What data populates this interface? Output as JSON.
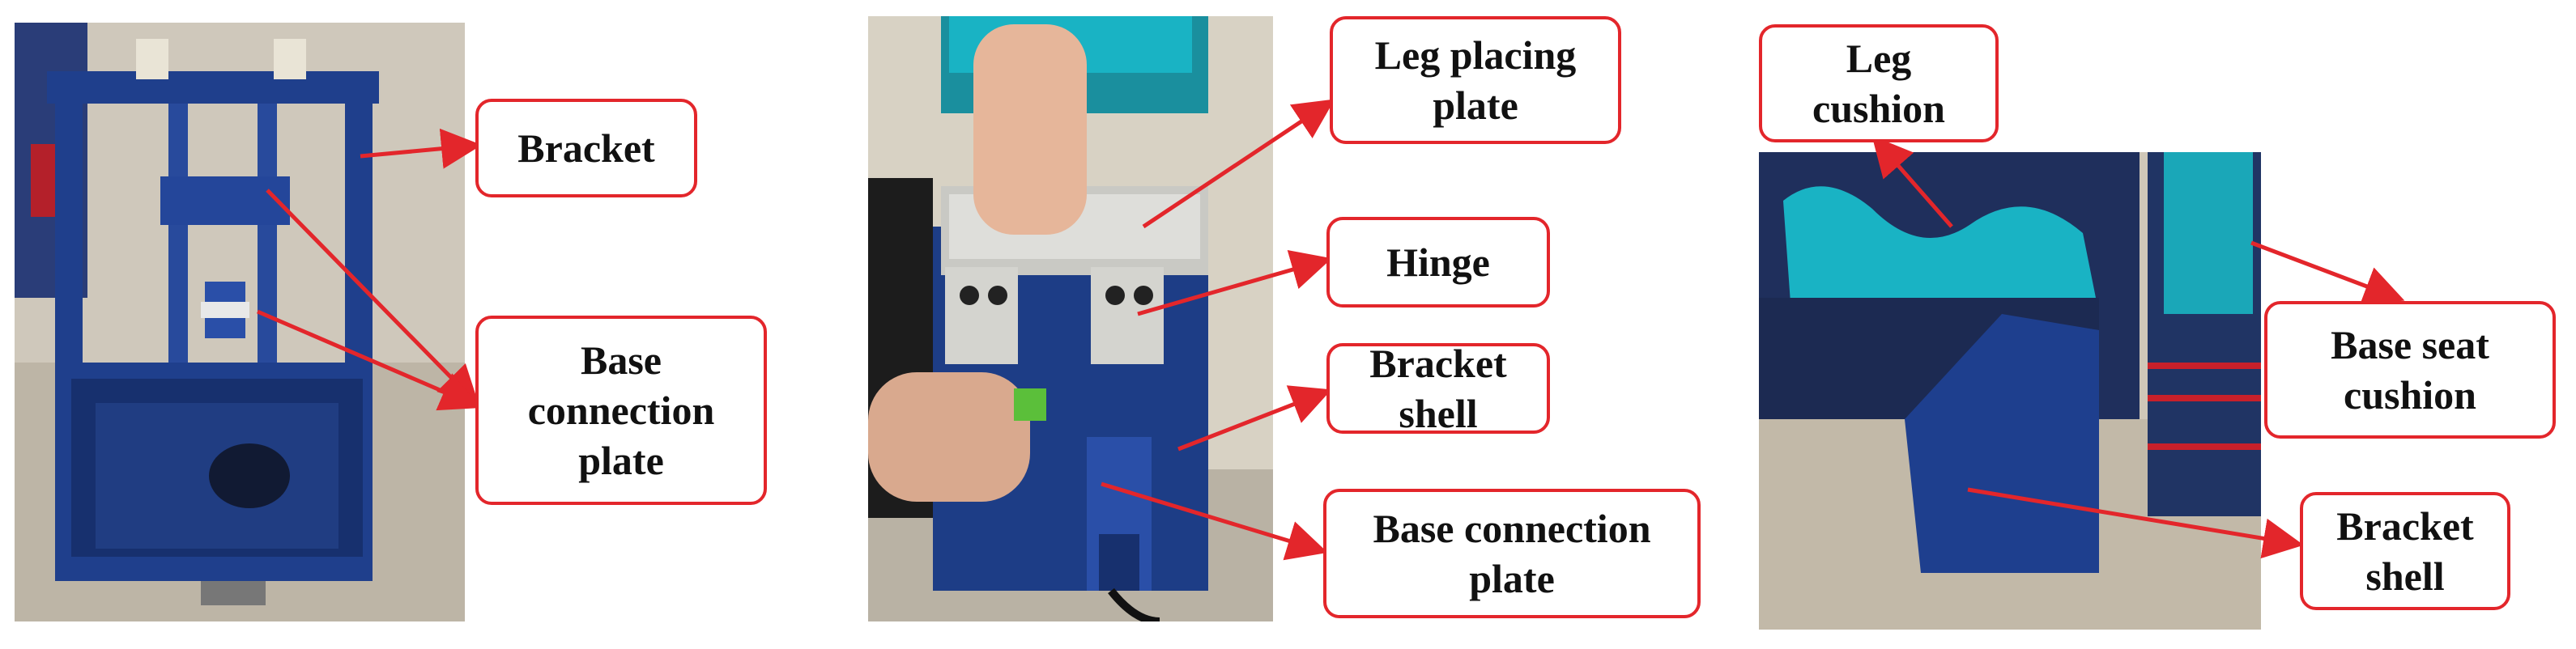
{
  "colors": {
    "accent": "#e3262b",
    "frame_blue": "#1f3f8c",
    "cushion_teal": "#19b3c4",
    "floor": "#c9c1b2"
  },
  "panels": [
    {
      "name": "bracket-photo",
      "labels": [
        {
          "id": "bracket",
          "text": "Bracket"
        },
        {
          "id": "base-connection-plate",
          "text": "Base\nconnection\nplate"
        }
      ]
    },
    {
      "name": "assembly-photo",
      "labels": [
        {
          "id": "leg-placing-plate",
          "text": "Leg placing\nplate"
        },
        {
          "id": "hinge",
          "text": "Hinge"
        },
        {
          "id": "bracket-shell",
          "text": "Bracket\nshell"
        },
        {
          "id": "base-connection-plate-2",
          "text": "Base connection\nplate"
        }
      ]
    },
    {
      "name": "cushion-photo",
      "labels": [
        {
          "id": "leg-cushion",
          "text": "Leg\ncushion"
        },
        {
          "id": "base-seat-cushion",
          "text": "Base seat\ncushion"
        },
        {
          "id": "bracket-shell-2",
          "text": "Bracket\nshell"
        }
      ]
    }
  ]
}
